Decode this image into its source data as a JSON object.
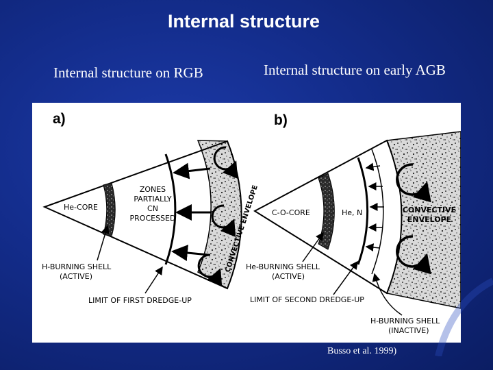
{
  "slide": {
    "title": "Internal structure",
    "subtitle_left": "Internal structure on RGB",
    "subtitle_right": "Internal structure on early AGB",
    "citation": "Busso et al. 1999)"
  },
  "figure": {
    "panel_a": {
      "label": "a)",
      "core": "He-CORE",
      "zones_line1": "ZONES",
      "zones_line2": "PARTIALLY",
      "zones_line3": "CN",
      "zones_line4": "PROCESSED",
      "envelope": "CONVECTIVE ENVELOPE",
      "shell_line1": "H-BURNING SHELL",
      "shell_line2": "(ACTIVE)",
      "dredge": "LIMIT OF FIRST DREDGE-UP"
    },
    "panel_b": {
      "label": "b)",
      "core": "C-O-CORE",
      "zone": "He, N",
      "envelope_line1": "CONVECTIVE",
      "envelope_line2": "ENVELOPE",
      "he_shell_line1": "He-BURNING SHELL",
      "he_shell_line2": "(ACTIVE)",
      "dredge": "LIMIT OF SECOND DREDGE-UP",
      "h_shell_line1": "H-BURNING SHELL",
      "h_shell_line2": "(INACTIVE)"
    }
  }
}
